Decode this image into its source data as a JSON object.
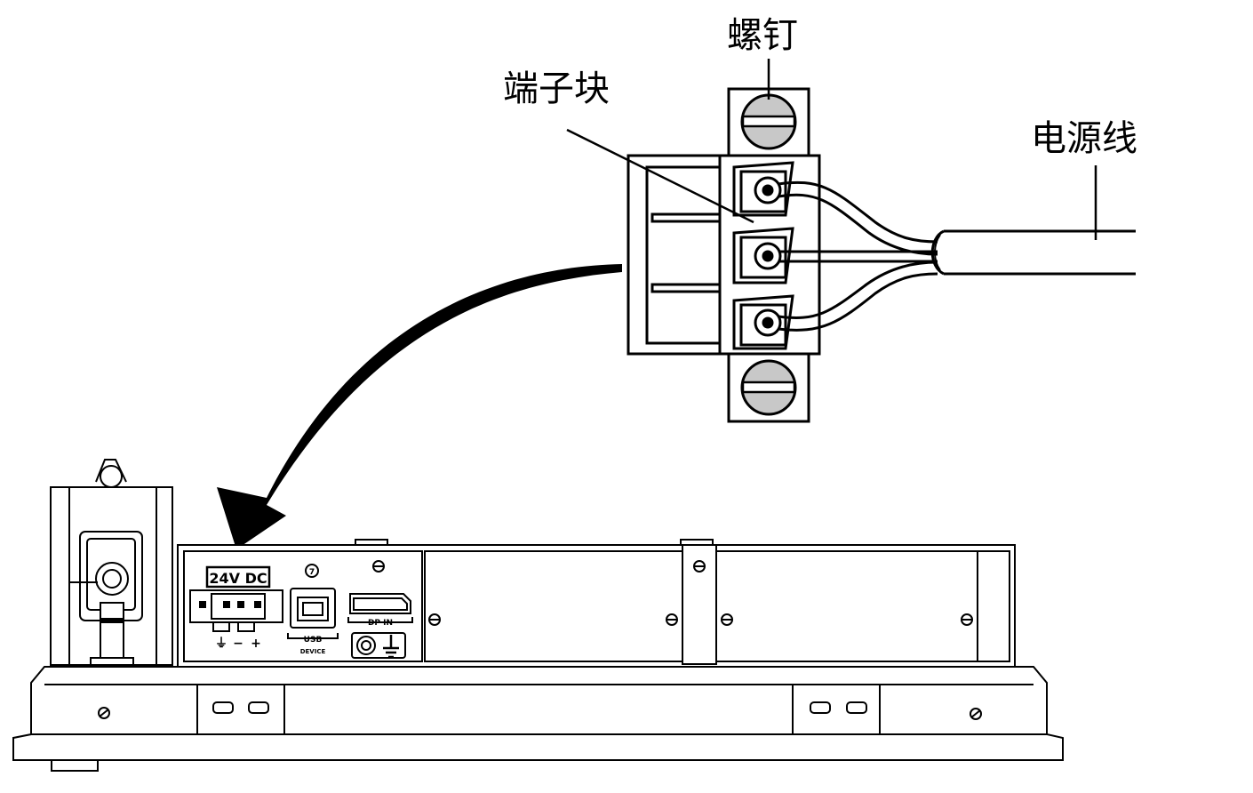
{
  "callouts": {
    "screw": "螺钉",
    "terminal_block": "端子块",
    "power_cable": "电源线"
  },
  "device": {
    "power_label": "24V DC",
    "polarity": [
      "⏚",
      "−",
      "+"
    ],
    "usb_label": "USB",
    "usb_sub": "DEVICE",
    "dp_label": "DP IN",
    "port_number": "7"
  },
  "colors": {
    "line": "#000000",
    "screw_fill": "#c8c8c8",
    "background": "#ffffff"
  }
}
